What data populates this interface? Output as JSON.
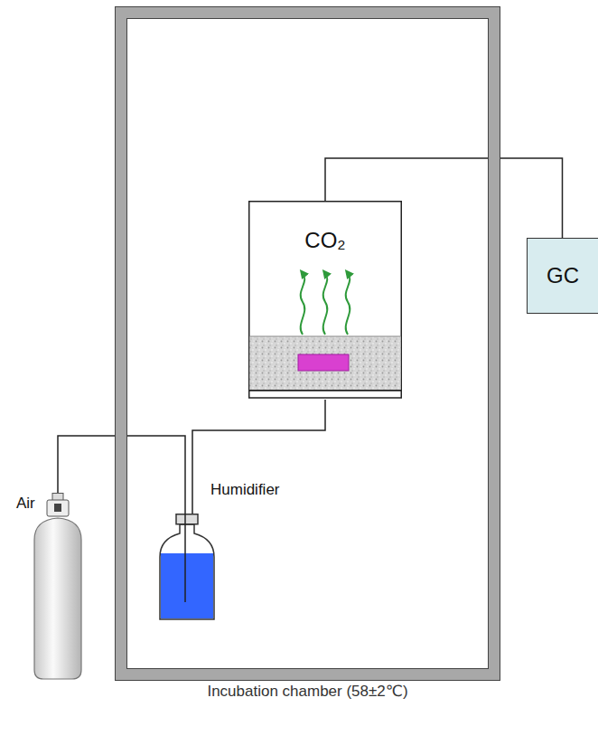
{
  "diagram": {
    "nodes": [
      {
        "text": [
          "Incubation chamber (58±2℃)"
        ]
      },
      {
        "text": [
          "CO₂"
        ],
        "in": 0
      },
      {
        "text": [
          "GC"
        ]
      },
      {
        "text": [
          "Humidifier"
        ],
        "in": 0
      },
      {
        "text": [
          "Air"
        ]
      }
    ],
    "edges": [
      {
        "from": 4,
        "to": 3,
        "arrow": "none"
      },
      {
        "from": 3,
        "to": 1,
        "arrow": "none"
      },
      {
        "from": 1,
        "to": 2,
        "arrow": "none"
      }
    ]
  }
}
